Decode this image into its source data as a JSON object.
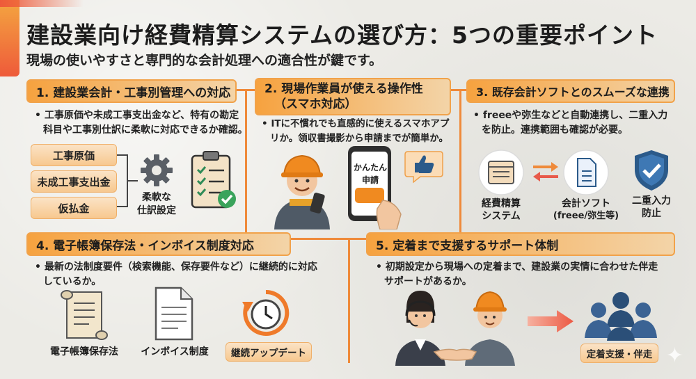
{
  "title": "建設業向け経費精算システムの選び方：5つの重要ポイント",
  "subtitle": "現場の使いやすさと専門的な会計処理への適合性が鍵です。",
  "colors": {
    "accent": "#ef8a3a",
    "pill_start": "#f6a23f",
    "pill_end": "#f3d4a8",
    "blue": "#2b5a8a"
  },
  "point1": {
    "heading": "1. 建設業会計・工事別管理への対応",
    "bullet_line1": "• 工事原価や未成工事支出金など、特有の勘定",
    "bullet_line2": "科目や工事別仕訳に柔軟に対応できるか確認。",
    "tags": [
      "工事原価",
      "未成工事支出金",
      "仮払金"
    ],
    "gear_label_line1": "柔軟な",
    "gear_label_line2": "仕訳設定",
    "icons": [
      "gear-icon",
      "checklist-icon"
    ]
  },
  "point2": {
    "heading_line1": "2. 現場作業員が使える操作性",
    "heading_line2": "（スマホ対応）",
    "bullet_line1": "• ITに不慣れでも直感的に使えるスマホアプ",
    "bullet_line2": "リか。領収書撮影から申請までが簡単か。",
    "phone_text_line1": "かんたん",
    "phone_text_line2": "申請",
    "icons": [
      "worker-icon",
      "smartphone-icon",
      "thumbs-up-icon"
    ]
  },
  "point3": {
    "heading": "3. 既存会計ソフトとのスムーズな連携",
    "bullet_line1": "• freeeや弥生などと自動連携し、二重入力",
    "bullet_line2": "を防止。連携範囲も確認が必要。",
    "items": [
      {
        "line1": "経費精算",
        "line2": "システム",
        "icon": "app-icon"
      },
      {
        "line1": "会計ソフト",
        "line2": "(freee/弥生等)",
        "icon": "document-icon"
      },
      {
        "line1": "二重入力",
        "line2": "防止",
        "icon": "shield-check-icon"
      }
    ]
  },
  "point4": {
    "heading": "4. 電子帳簿保存法・インボイス制度対応",
    "bullet_line1": "• 最新の法制度要件（検索機能、保存要件など）に継続的に対応",
    "bullet_line2": "しているか。",
    "items": [
      {
        "label": "電子帳簿保存法",
        "icon": "scroll-icon"
      },
      {
        "label": "インボイス制度",
        "icon": "invoice-icon"
      },
      {
        "label": "継続アップデート",
        "icon": "clock-update-icon"
      }
    ]
  },
  "point5": {
    "heading": "5. 定着まで支援するサポート体制",
    "bullet_line1": "• 初期設定から現場への定着まで、建設業の実情に合わせた伴走",
    "bullet_line2": "サポートがあるか。",
    "badge": "定着支援・伴走",
    "icons": [
      "handshake-icon",
      "team-icon",
      "arrow-right-icon"
    ]
  }
}
